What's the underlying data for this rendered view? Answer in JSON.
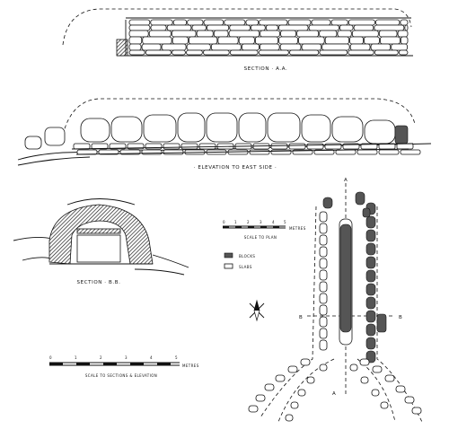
{
  "labels": {
    "section_aa": "SECTION · A.A.",
    "elevation": "· ELEVATION TO EAST SIDE ·",
    "section_bb": "SECTION · B.B.",
    "scale_plan": "SCALE TO PLAN",
    "scale_plan_unit": "METRES",
    "scale_sections": "SCALE TO SECTIONS & ELEVATION",
    "scale_sections_unit": "METRES",
    "legend_blocks": "BLOCKS",
    "legend_slabs": "SLABS",
    "plan_a_top": "A",
    "plan_a_bottom": "A",
    "plan_b_left": "B",
    "plan_b_right": "B"
  },
  "scale_plan_ticks": [
    "0",
    "1",
    "2",
    "3",
    "4",
    "5"
  ],
  "scale_sections_ticks": [
    "0",
    "1",
    "2",
    "3",
    "4",
    "5"
  ],
  "colors": {
    "ink": "#111111",
    "block_fill": "#555555",
    "paper": "#ffffff"
  },
  "icons": {
    "north": "north-arrow-icon"
  }
}
